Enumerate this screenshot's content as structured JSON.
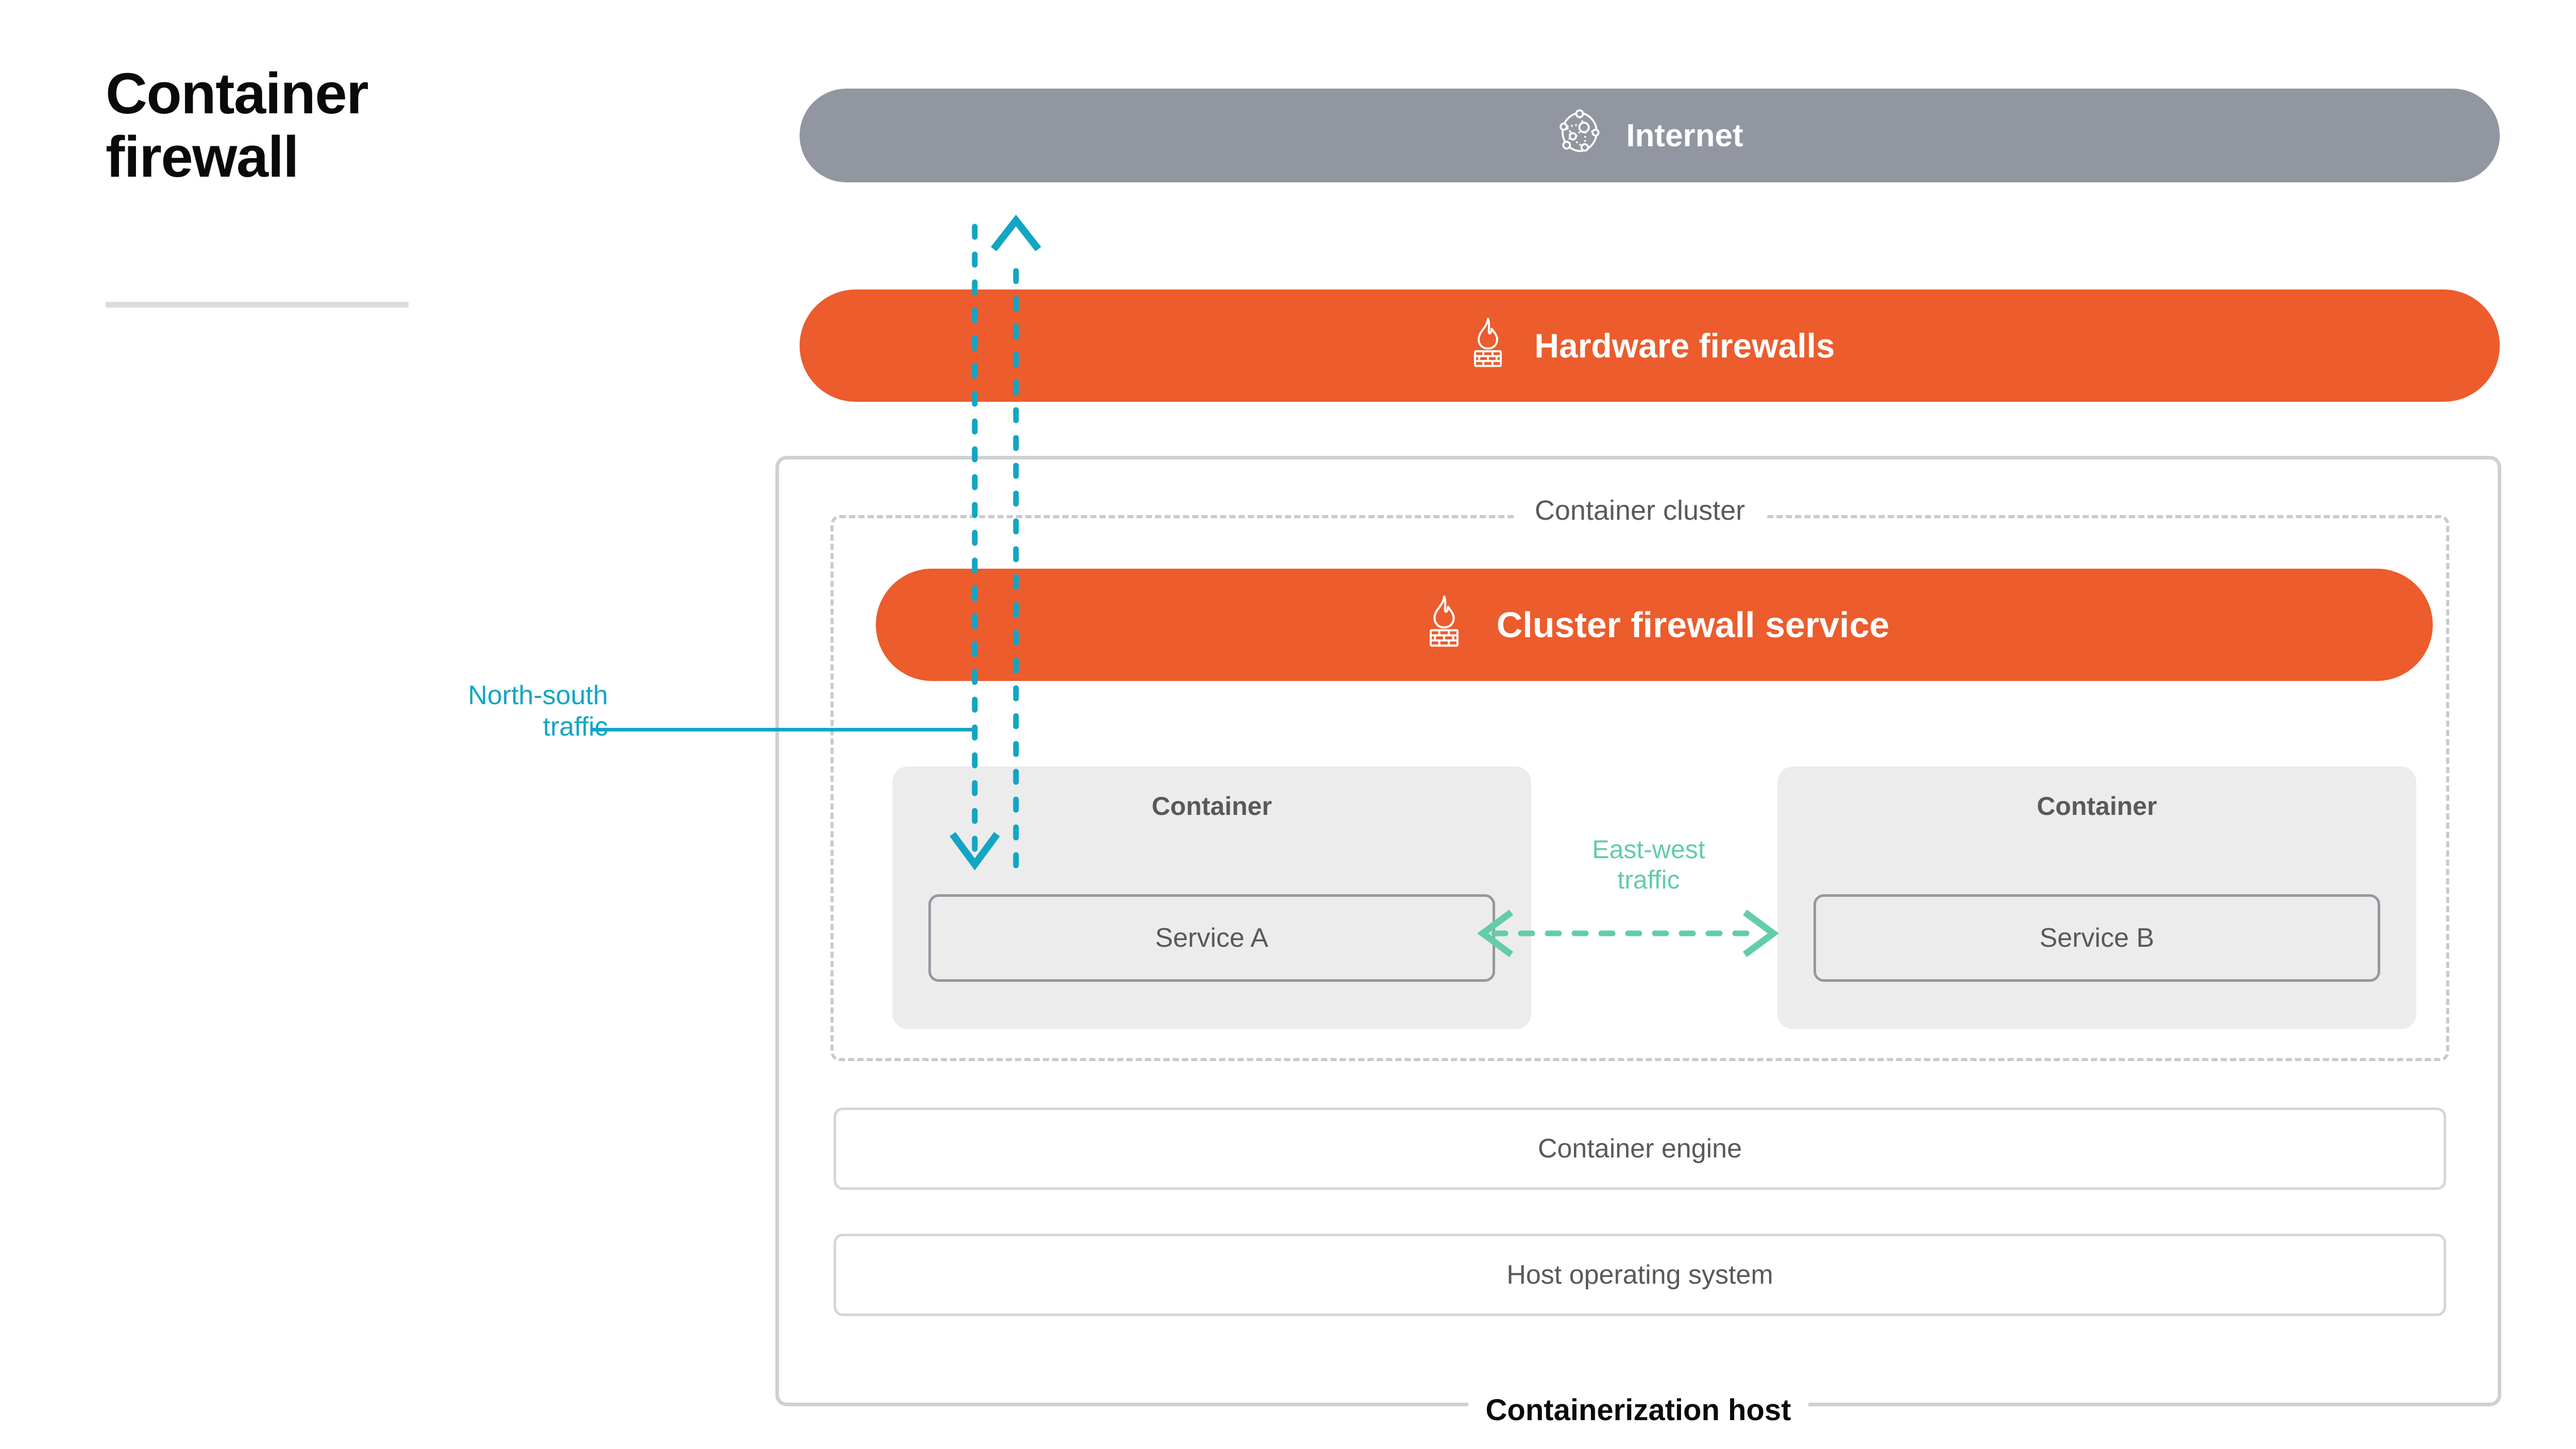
{
  "page": {
    "title_line1": "Container",
    "title_line2": "firewall",
    "background": "#ffffff"
  },
  "colors": {
    "orange": "#ec5c2d",
    "gray_bar": "#9296a0",
    "teal": "#12a5c4",
    "mint": "#63cca9",
    "panel_gray": "#ececec",
    "border_gray": "#cfd0d2",
    "text_gray": "#58595b",
    "rule_gray": "#dcdcdc"
  },
  "diagram": {
    "internet": {
      "label": "Internet",
      "icon": "network-globe-icon"
    },
    "hardware_firewalls": {
      "label": "Hardware firewalls",
      "icon": "firewall-flame-icon"
    },
    "host_box": {
      "label": "Containerization host"
    },
    "cluster_box": {
      "label": "Container cluster"
    },
    "cluster_firewall": {
      "label": "Cluster firewall service",
      "icon": "firewall-flame-icon"
    },
    "containers": [
      {
        "title": "Container",
        "service": "Service A"
      },
      {
        "title": "Container",
        "service": "Service B"
      }
    ],
    "stack": [
      {
        "label": "Container engine"
      },
      {
        "label": "Host operating system"
      }
    ],
    "traffic": {
      "north_south": {
        "line1": "North-south",
        "line2": "traffic",
        "color": "#12a5c4",
        "direction": "bidirectional-vertical"
      },
      "east_west": {
        "line1": "East-west",
        "line2": "traffic",
        "color": "#63cca9",
        "direction": "bidirectional-horizontal"
      }
    }
  }
}
